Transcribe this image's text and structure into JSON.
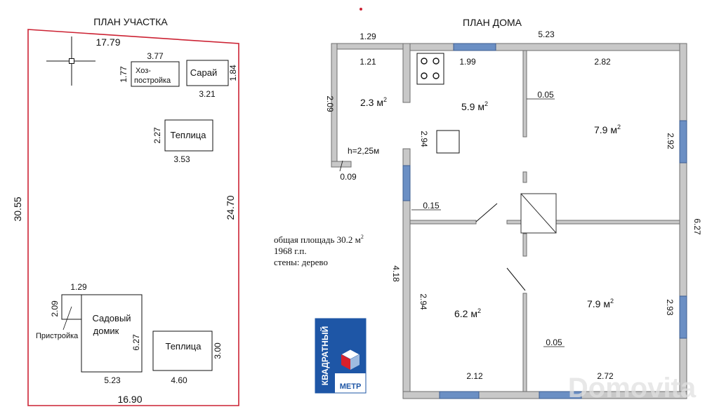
{
  "site_plan": {
    "title": "ПЛАН УЧАСТКА",
    "top_width": "17.79",
    "bottom_width": "16.90",
    "left_length": "30.55",
    "right_length": "24.70",
    "utility": {
      "label_line1": "Хоз-",
      "label_line2": "постройка",
      "width": "3.77",
      "height": "1.77"
    },
    "shed": {
      "label": "Сарай",
      "width": "3.21",
      "height": "1.84"
    },
    "greenhouse_top": {
      "label": "Теплица",
      "width": "3.53",
      "height": "2.27"
    },
    "annex": {
      "label": "Пристройка",
      "width": "1.29",
      "height": "2.09"
    },
    "garden_house": {
      "label_line1": "Садовый",
      "label_line2": "домик",
      "width": "5.23",
      "height": "6.27"
    },
    "greenhouse_bottom": {
      "label": "Теплица",
      "width": "4.60",
      "height": "3.00"
    }
  },
  "house_plan": {
    "title": "ПЛАН ДОМА",
    "dims": {
      "d1": "1.29",
      "d2": "5.23",
      "d3": "1.21",
      "d4": "1.99",
      "d5": "2.82",
      "d6": "0.05",
      "d7": "2.09",
      "d8": "2.94",
      "d9": "2.92",
      "d10": "0.09",
      "d11": "0.15",
      "d12": "6.27",
      "d13": "4.18",
      "d14": "2.94",
      "d15": "2.93",
      "d16": "0.05",
      "d17": "2.12",
      "d18": "2.72"
    },
    "ceiling_height": "h=2,25м",
    "rooms": {
      "r1": "2.3 м",
      "r2": "5.9 м",
      "r3": "7.9 м",
      "r4": "6.2 м",
      "r5": "7.9 м"
    },
    "area_superscript": "2"
  },
  "info": {
    "total_area": "общая площадь 30.2 м",
    "year": "1968 г.п.",
    "walls": "стены: дерево"
  },
  "logo": {
    "word1": "КВАДРАТНЫЙ",
    "word2": "МЕТР"
  },
  "watermark": "Domovita",
  "colors": {
    "lot_border": "#cc2233",
    "wall_fill": "#c8c8c8",
    "wall_stroke": "#6e6e6e",
    "window_fill": "#6b8fc4",
    "logo_blue": "#1e56a6",
    "logo_red": "#d8202a"
  }
}
